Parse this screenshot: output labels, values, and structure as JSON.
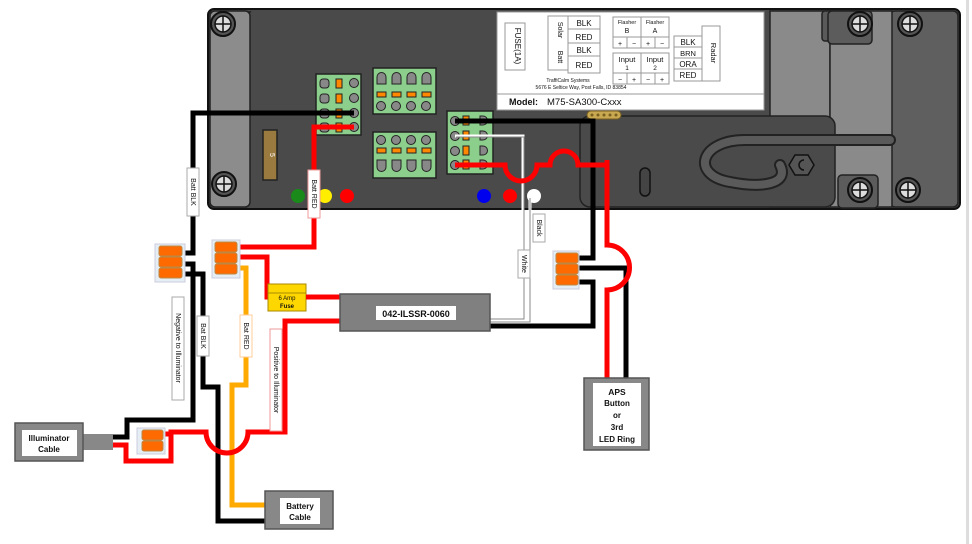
{
  "controller": {
    "label_panel": {
      "fuse": "FUSE(1A)",
      "solar": "Solar",
      "batt": "Batt",
      "solar_blk": "BLK",
      "solar_red": "RED",
      "batt_blk": "BLK",
      "batt_red": "RED",
      "flasher_b": "Flasher\nB",
      "flasher_b_title": "Flasher",
      "flasher_b_letter": "B",
      "flasher_a_title": "Flasher",
      "flasher_a_letter": "A",
      "flasher_polarity": [
        "+",
        "−",
        "+",
        "−"
      ],
      "input1_title": "Input",
      "input1_num": "1",
      "input2_title": "Input",
      "input2_num": "2",
      "input_polarity": [
        "−",
        "+",
        "−",
        "+"
      ],
      "radar": "Radar",
      "radar_wires": [
        "BLK",
        "BRN",
        "ORA",
        "RED"
      ],
      "company": "TraffiCalm Systems",
      "address": "5676 E Seltice Way, Post Falls, ID 83854",
      "model_label": "Model:",
      "model_value": "M75-SA300-Cxxx"
    },
    "fuse_value": "5",
    "led_colors": {
      "green": "#1a8a1a",
      "yellow": "#ffee00",
      "red": "#ff0000",
      "blue": "#0000ee",
      "white": "#ffffff"
    }
  },
  "wire_labels": {
    "batt_blk_top": "Batt BLK",
    "batt_red_top": "Batt RED",
    "negative_to_illuminator": "Negative to Illuminator",
    "bat_blk_lower": "Bat BLK",
    "bat_red_lower": "Bat RED",
    "positive_to_illuminator": "Positive to Illuminator",
    "black": "Black",
    "white": "White"
  },
  "components": {
    "fuse_6a_line1": "6 Amp",
    "fuse_6a_line2": "Fuse",
    "ssr": "042-ILSSR-0060",
    "aps_lines": [
      "APS",
      "Button",
      "or",
      "3rd",
      "LED Ring"
    ],
    "illuminator_line1": "Illuminator",
    "illuminator_line2": "Cable",
    "battery_line1": "Battery",
    "battery_line2": "Cable"
  },
  "colors": {
    "wire_red": "#ff0000",
    "wire_black": "#000000",
    "wire_orange": "#ffaa00",
    "connector_orange": "#ff6a00",
    "terminal_green": "#8ccf8c",
    "housing_dark": "#444444",
    "housing_mid": "#888888",
    "fuse_yellow": "#ffd700",
    "fuse_brown": "#9a7a3e"
  }
}
